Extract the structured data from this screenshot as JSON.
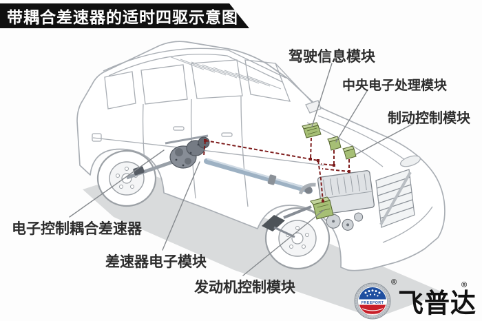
{
  "title_banner": {
    "text": "带耦合差速器的适时四驱示意图"
  },
  "labels": {
    "driving_info": "驾驶信息模块",
    "central_processing": "中央电子处理模块",
    "brake_control": "制动控制模块",
    "coupling_differential": "电子控制耦合差速器",
    "differential_module": "差速器电子模块",
    "engine_control": "发动机控制模块"
  },
  "logo": {
    "brand": "飞普达",
    "badge": "FREEPORT",
    "registered": "®"
  },
  "colors": {
    "banner_bg": "#101010",
    "banner_text": "#ffffff",
    "label_text": "#2d2d2d",
    "car_line": "#a9aeb4",
    "shadow": "#d9dbdc",
    "module_green": "#a6bf75",
    "module_green_top": "#c3d49c",
    "signal_red": "#7e1d1d",
    "driveshaft_blue": "#9db1c3",
    "badge_blue": "#1f4fa0",
    "badge_red": "#c8202a"
  }
}
